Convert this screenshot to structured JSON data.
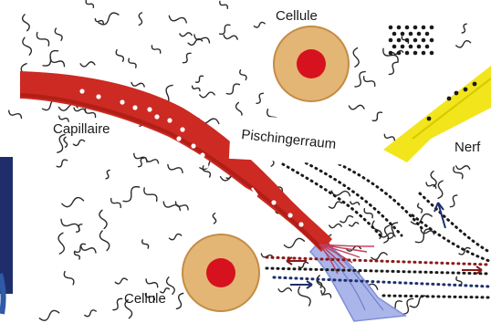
{
  "labels": {
    "cell_top": "Cellule",
    "capillary": "Capillaire",
    "space": "Pischingerraum",
    "nerve": "Nerf",
    "cell_bottom": "Cellule"
  },
  "colors": {
    "capillary": "#cc2a22",
    "capillary_dark": "#9c1712",
    "cell_body": "#e3b676",
    "cell_border": "#c48c45",
    "nucleus": "#d6121e",
    "nerve": "#f2e51c",
    "lymph": "#aab6ea",
    "fiber": "#2a2a2a",
    "frame": "#1f2e6b",
    "accent_blue": "#2f5aa8"
  }
}
